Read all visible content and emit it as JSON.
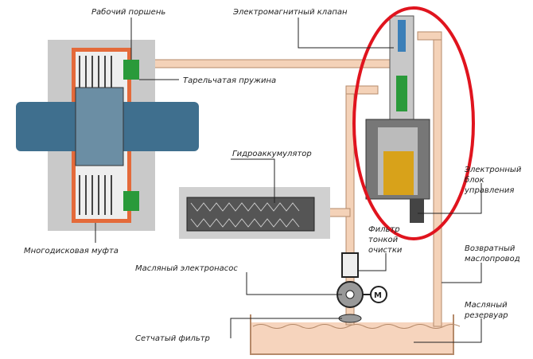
{
  "labels": {
    "working_piston": "Рабочий поршень",
    "solenoid_valve": "Электромагнитный клапан",
    "disc_spring": "Тарельчатая пружина",
    "accumulator": "Гидроаккумулятор",
    "ecu_1": "Электронный",
    "ecu_2": "блок",
    "ecu_3": "управления",
    "filter_fine_1": "Фильтр",
    "filter_fine_2": "тонкой",
    "filter_fine_3": "очистки",
    "return_line_1": "Возвратный",
    "return_line_2": "маслопровод",
    "multi_disc_clutch": "Многодисковая муфта",
    "oil_pump": "Масляный электронасос",
    "reservoir_1": "Масляный",
    "reservoir_2": "резервуар",
    "strainer": "Сетчатый фильтр",
    "motor": "M"
  },
  "colors": {
    "highlight": "#e0141e",
    "pipe": "#f4d2b8",
    "shaft": "#3f6f8e",
    "gold": "#d8a21a",
    "green": "#2a9a3a"
  }
}
